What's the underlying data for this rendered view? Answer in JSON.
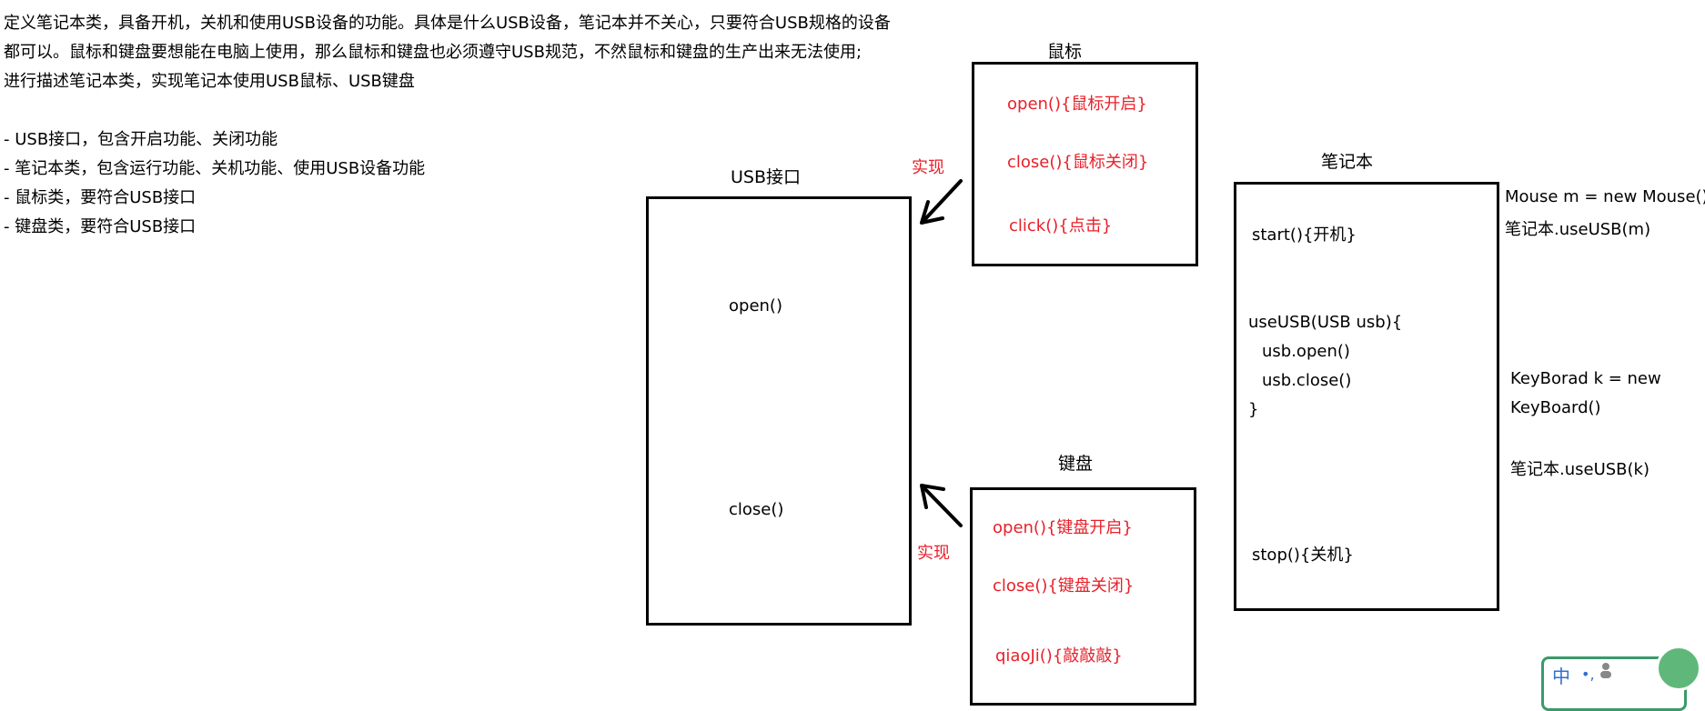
{
  "intro": {
    "lines": [
      "定义笔记本类，具备开机，关机和使用USB设备的功能。具体是什么USB设备，笔记本并不关心，只要符合USB规格的设备",
      "都可以。鼠标和键盘要想能在电脑上使用，那么鼠标和键盘也必须遵守USB规范，不然鼠标和键盘的生产出来无法使用;",
      "进行描述笔记本类，实现笔记本使用USB鼠标、USB键盘"
    ],
    "bullets": [
      "- USB接口，包含开启功能、关闭功能",
      "- 笔记本类，包含运行功能、关机功能、使用USB设备功能",
      "- 鼠标类，要符合USB接口",
      "- 键盘类，要符合USB接口"
    ]
  },
  "usb": {
    "title": "USB接口",
    "methods": [
      "open()",
      "close()"
    ]
  },
  "mouse": {
    "title": "鼠标",
    "methods": [
      "open(){鼠标开启}",
      "close(){鼠标关闭}",
      "click(){点击}"
    ]
  },
  "keyboard": {
    "title": "键盘",
    "methods": [
      "open(){键盘开启}",
      "close(){键盘关闭}",
      "qiaoJi(){敲敲敲}"
    ]
  },
  "arrows": {
    "top_label": "实现",
    "bottom_label": "实现"
  },
  "notebook": {
    "title": "笔记本",
    "lines": [
      "start(){开机}",
      "useUSB(USB usb){",
      "usb.open()",
      "usb.close()",
      "}",
      "stop(){关机}"
    ]
  },
  "notes": {
    "mouse_lines": [
      "Mouse m = new Mouse()",
      "笔记本.useUSB(m)"
    ],
    "keyboard_lines": [
      "KeyBorad k = new",
      "KeyBoard()",
      "笔记本.useUSB(k)"
    ]
  },
  "badge": {
    "text": "中"
  },
  "colors": {
    "accent_red": "#e8202a",
    "badge_green": "#3a9a6a"
  }
}
